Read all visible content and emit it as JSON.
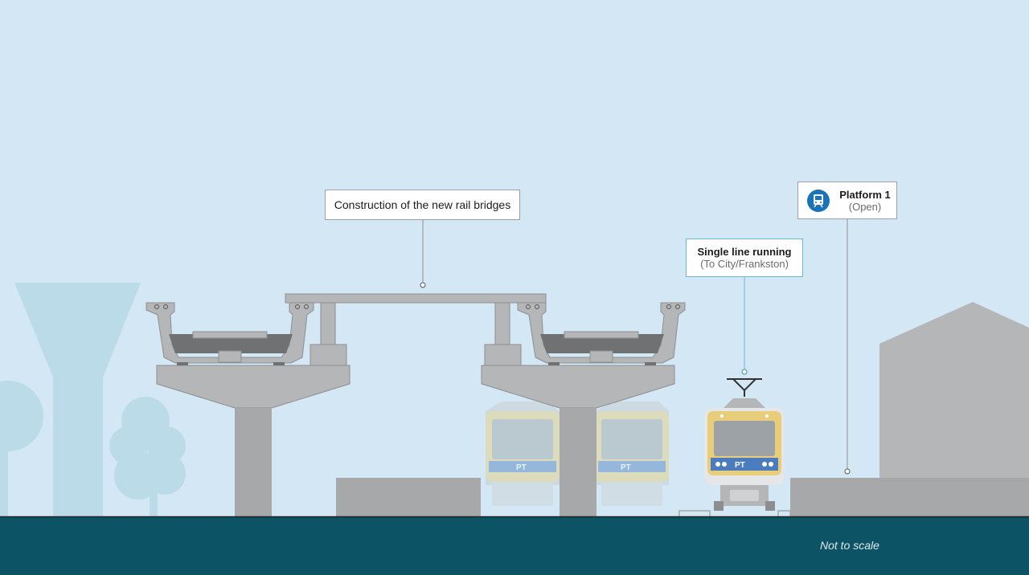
{
  "labels": {
    "bridges": "Construction of the new rail bridges",
    "single_line_title": "Single line running",
    "single_line_sub": "(To City/Frankston)",
    "platform_title": "Platform 1",
    "platform_sub": "(Open)"
  },
  "footer_note": "Not to scale",
  "train_logo": "PT",
  "colors": {
    "sky": "#d3e8f4",
    "ground": "#0d5366",
    "concrete": "#b4b6b8",
    "train_front": "#e8cd7a",
    "train_window": "#9da2a6",
    "train_band": "#4b7cc0",
    "callout_teal": "#68b9cf",
    "platform_icon": "#1a73b8"
  }
}
